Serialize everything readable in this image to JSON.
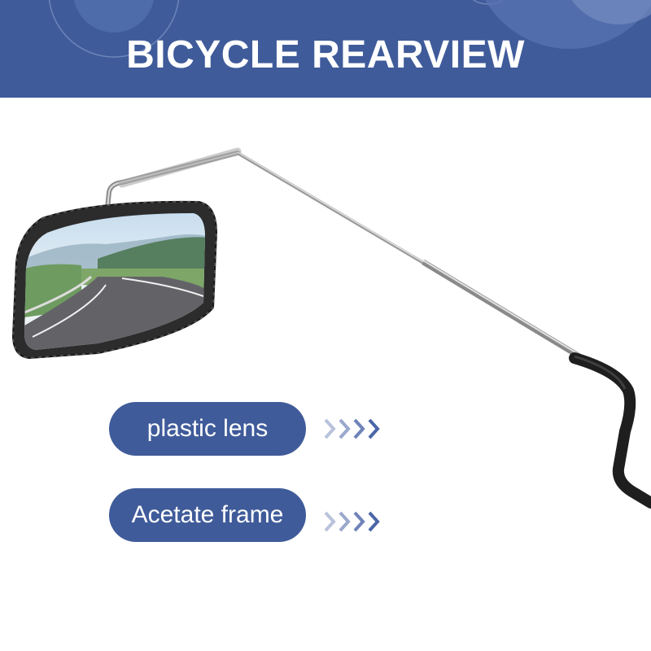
{
  "banner": {
    "title": "BICYCLE REARVIEW",
    "color": "#3f5b9a"
  },
  "features": [
    {
      "label": "plastic lens",
      "arrow_icon": "chevron-right-icon"
    },
    {
      "label": "Acetate frame",
      "arrow_icon": "chevron-right-icon"
    }
  ],
  "colors": {
    "accent": "#3f5b9a",
    "text_on_accent": "#ffffff",
    "chevron": "#4a66a8"
  }
}
